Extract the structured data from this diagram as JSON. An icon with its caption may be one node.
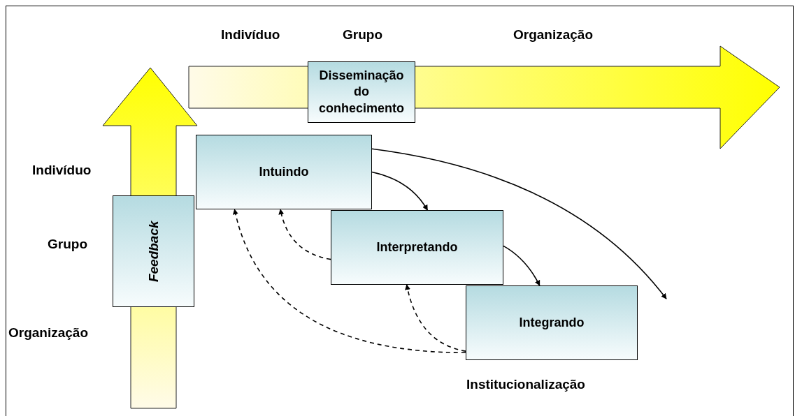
{
  "diagram": {
    "nodes": [
      {
        "text": [
          "Disseminação do conhecimento"
        ]
      },
      {
        "text": [
          "Feedback"
        ]
      },
      {
        "text": [
          "Intuindo"
        ]
      },
      {
        "text": [
          "Interpretando"
        ]
      },
      {
        "text": [
          "Integrando"
        ]
      }
    ],
    "edges": [
      {
        "from": 2,
        "to": 3,
        "arrow": "to"
      },
      {
        "from": 3,
        "to": 4,
        "arrow": "to"
      },
      {
        "from": 2,
        "to": null,
        "arrow": "to"
      },
      {
        "from": 3,
        "to": 2,
        "arrow": "to",
        "style": "dashed"
      },
      {
        "from": 4,
        "to": 3,
        "arrow": "to",
        "style": "dashed"
      },
      {
        "from": 4,
        "to": 2,
        "arrow": "to",
        "style": "dashed"
      }
    ],
    "labels": [
      "Indivíduo",
      "Grupo",
      "Organização",
      "Indivíduo",
      "Grupo",
      "Organização",
      "Institucionalização"
    ]
  }
}
